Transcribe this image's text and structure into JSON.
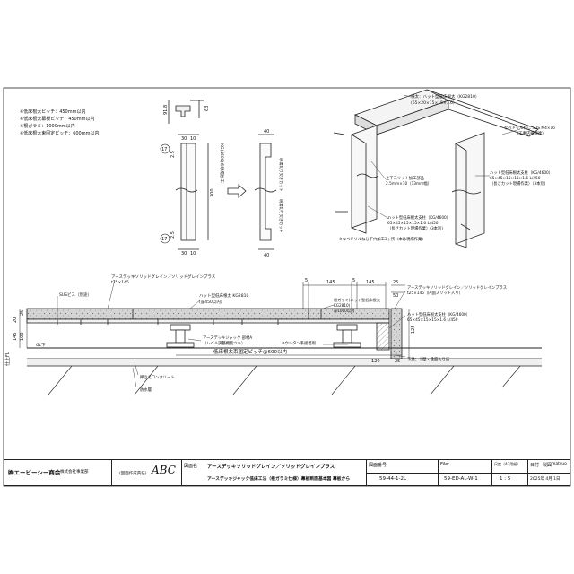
{
  "notes": [
    "※低床根太ピッチ：450mm以内",
    "※低床根太幕板ピッチ：450mm以内",
    "※根ガラミ：1000mm以内",
    "※低床根太束固定ピッチ：600mm以内"
  ],
  "detail_dims": {
    "h_91_8": "91.8",
    "h_63": "63",
    "w_30": "30",
    "w_10": "10",
    "left_2_5": "2.5",
    "left_17": "17",
    "h_300": "300",
    "w_40_top": "40",
    "w_40_bottom": "40",
    "bot_30": "30",
    "bot_10": "10",
    "bot_2_5": "2.5",
    "bot_17": "17"
  },
  "detail_labels": {
    "kg_process": "KG(4600)の現場加工",
    "cut_label_1": "現場切り欠きカット",
    "cut_label_2": "現場切り欠きカット"
  },
  "iso_labels": {
    "l1a": "横太：ハット型低床根太（KG2810）",
    "l1b": "(65×20×15×15×1.6）",
    "l2a": "なべドリルねじ SUS M4×16",
    "l2b": "（工事店様調達）",
    "l3a": "ハット型低床根太支柱（KG/4600）",
    "l3b": "65×45×15×15×1.6 L/450",
    "l3c": "（長さカット現場作業）（3本別)",
    "l4a": "上下スリット加工部品",
    "l4b": "2.5mm×10（13mm幅）",
    "l5a": "ハット型低床根太支柱（KG/4600）",
    "l5b": "65×45×15×15×1.6 L/450",
    "l5c": "（長さカット現場作業）(3本別)",
    "l6": "※なべドリルねじ下穴加工3ヶ所（本は現場作業)"
  },
  "section_labels": {
    "s1a": "アースデッキソリッドグレイン／ソリッドグレインプラス",
    "s1b": "t25×145",
    "s2": "SUSビス（別途）",
    "s3a": "ハット型低床根太 KG2810",
    "s3b": "(@450以内)",
    "s4a": "根ガラミ(ハット型低床根太",
    "s4b": "KG2810)",
    "s4c": "@1000以内",
    "s5a": "アースデッキソリッドグレイン／ソリッドグレインプラス",
    "s5b": "t25×145（内面スリット入り）",
    "s6a": "ハット型低床根太支柱（KG/4600）",
    "s6b": "65×45×15×15×1.6 L/450",
    "s7a": "アースデッキジャック 部材A",
    "s7b": "（レベル調整機能ツキ）",
    "s8": "※ウレタン系接着剤",
    "s9": "下地：土間・鉄筋入り床",
    "s10": "押さえコンクリート",
    "s11": "防水層",
    "gl": "GL下",
    "pitch": "低床根太束固定ピッチ@600以内",
    "d5a": "5",
    "d145": "145",
    "d5b": "5",
    "d145b": "145",
    "d25": "25",
    "d50": "50",
    "d120": "120",
    "d25b": "25",
    "d20": "20",
    "d25c": "25",
    "d145v": "145",
    "d100": "100",
    "d125": "125",
    "fl": "仕上FL"
  },
  "title_block": {
    "company": "㈱エービーシー商会",
    "company_sub": "株式会社事業部",
    "design_credit": "(図面作成責任)",
    "logo": "ABC",
    "drawing_name_label": "図面名",
    "drawing_title_1": "アースデッキソリッドグレイン／ソリッドグレインプラス",
    "drawing_title_2": "アースデッキジャック低床工法（根ガラミ仕様）幕板断面基本図 幕板から",
    "drawing_no_label": "図面番号",
    "drawing_no": "59-44-1-2L",
    "file_label": "File:",
    "file": "59-ED-AL-W-1",
    "scale_label": "尺度（A3用紙）",
    "scale": "1 : 5",
    "date_label": "日付",
    "date": "2025年 4月 1日",
    "author_label": "製図",
    "author": "matsuo"
  },
  "colors": {
    "line": "#222222",
    "deck_fill": "#d8d8d8",
    "concrete": "#ececec"
  }
}
